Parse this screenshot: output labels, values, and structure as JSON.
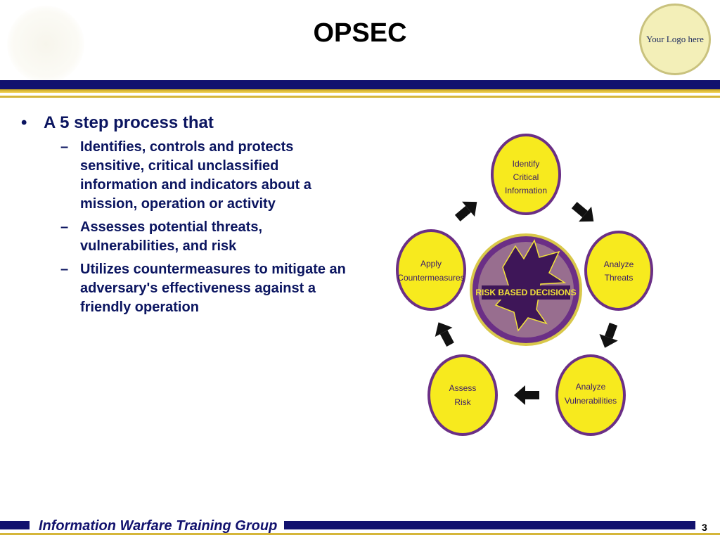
{
  "slide": {
    "title": "OPSEC",
    "logo_text": "Your Logo here"
  },
  "body": {
    "bullet": "A 5 step process that",
    "subs": [
      "Identifies, controls and protects sensitive, critical unclassified information and indicators about a mission, operation or activity",
      "Assesses potential threats, vulnerabilities, and risk",
      "Utilizes countermeasures to mitigate an adversary's effectiveness against a friendly operation"
    ],
    "bullet_mark": "•",
    "dash_mark": "–"
  },
  "diagram": {
    "center_label": "RISK BASED DECISIONS",
    "nodes": [
      {
        "line1": "Identify",
        "line2": "Critical",
        "line3": "Information"
      },
      {
        "line1": "Analyze",
        "line2": "Threats"
      },
      {
        "line1": "Analyze",
        "line2": "Vulnerabilities"
      },
      {
        "line1": "Assess",
        "line2": "Risk"
      },
      {
        "line1": "Apply",
        "line2": "Countermeasures"
      }
    ],
    "colors": {
      "node_fill": "#f7ea1e",
      "node_border": "#6b2f86",
      "center_fill": "#6b2f86",
      "arrow": "#111111"
    }
  },
  "footer": {
    "org": "Information Warfare Training Group",
    "page": "3"
  }
}
